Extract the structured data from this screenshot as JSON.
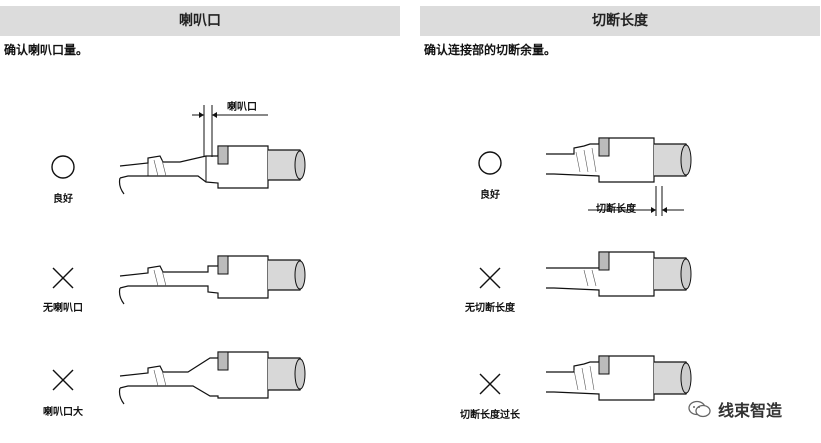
{
  "left_panel": {
    "header": "喇叭口",
    "subtitle": "确认喇叭口量。",
    "annotation": "喇叭口",
    "rows": [
      {
        "mark": "circle",
        "label": "良好"
      },
      {
        "mark": "cross",
        "label": "无喇叭口"
      },
      {
        "mark": "cross",
        "label": "喇叭口大"
      }
    ]
  },
  "right_panel": {
    "header": "切断长度",
    "subtitle": "确认连接部的切断余量。",
    "annotation": "切断长度",
    "rows": [
      {
        "mark": "circle",
        "label": "良好"
      },
      {
        "mark": "cross",
        "label": "无切断长度"
      },
      {
        "mark": "cross",
        "label": "切断长度过长"
      }
    ]
  },
  "watermark": {
    "text": "线束智造",
    "icon": "wechat-icon"
  }
}
